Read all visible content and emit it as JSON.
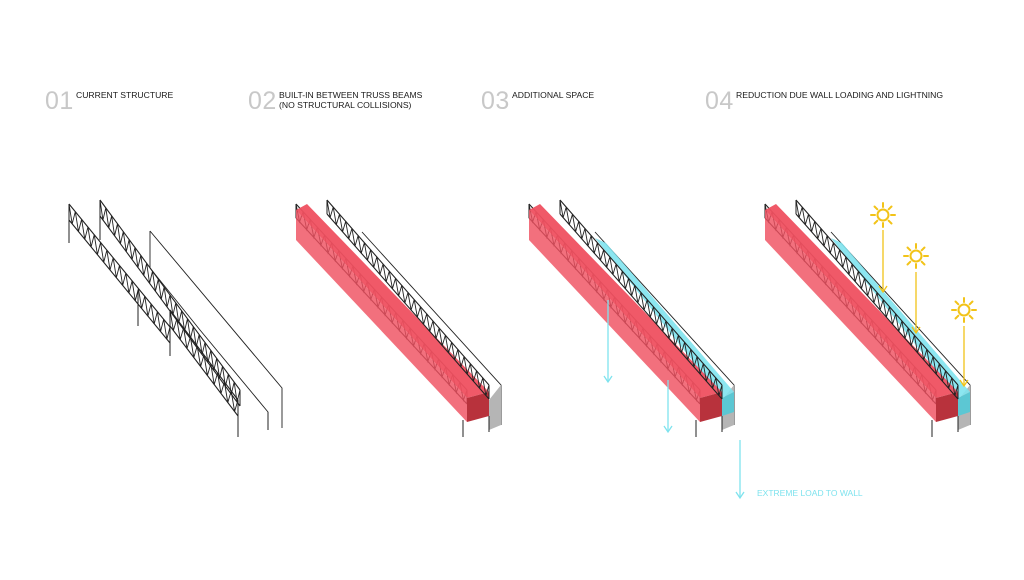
{
  "steps": [
    {
      "number": "01",
      "lines": [
        "CURRENT STRUCTURE"
      ]
    },
    {
      "number": "02",
      "lines": [
        "BUILT-IN BETWEEN TRUSS BEAMS",
        "(NO STRUCTURAL COLLISIONS)"
      ]
    },
    {
      "number": "03",
      "lines": [
        "ADDITIONAL SPACE"
      ]
    },
    {
      "number": "04",
      "lines": [
        "REDUCTION DUE WALL LOADING AND LIGHTNING"
      ]
    }
  ],
  "callout": {
    "text": "EXTREME LOAD TO WALL"
  },
  "colors": {
    "volume_red": "#ef5060",
    "volume_red_side": "#c94450",
    "volume_red_end": "#b8323c",
    "addition_cyan": "#7fe3ee",
    "addition_cyan_end": "#5cc7d3",
    "sun_yellow": "#f2c318",
    "line_dark": "#222222",
    "number_gray": "#c8c8c8"
  },
  "icons": [
    "sun-icon",
    "load-arrow-icon",
    "light-arrow-icon"
  ]
}
